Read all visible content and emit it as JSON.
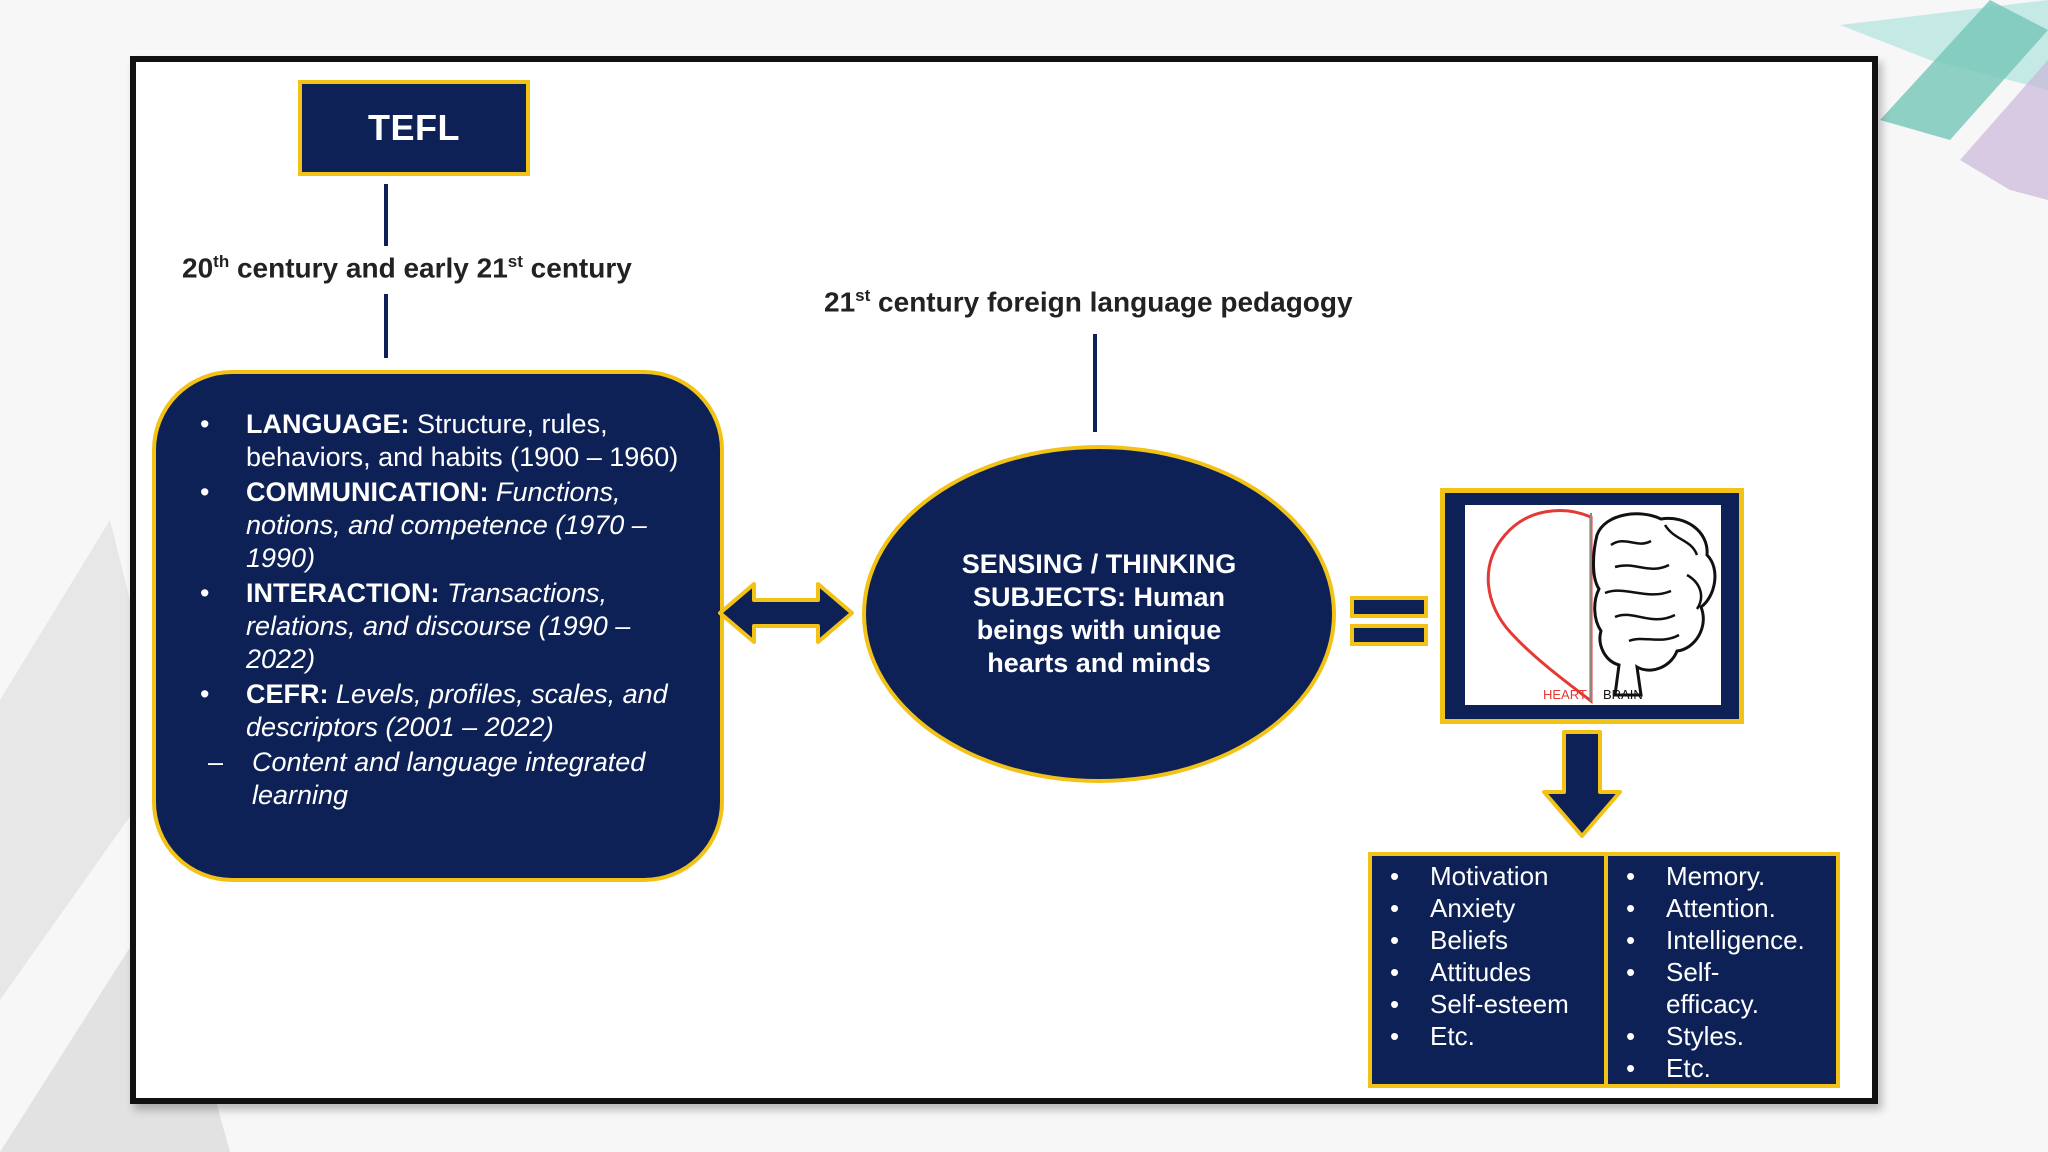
{
  "tefl_label": "TEFL",
  "left_period": {
    "main1": "20",
    "sup1": "th",
    "main2": " century and early 21",
    "sup2": "st",
    "main3": " century"
  },
  "right_period": {
    "main1": "21",
    "sup1": "st",
    "main2": " century foreign language pedagogy"
  },
  "left_items": [
    {
      "head": "LANGUAGE:",
      "desc": " Structure, rules, behaviors, and habits (1900 – 1960)"
    },
    {
      "head": "COMMUNICATION:",
      "desc": " Functions, notions, and competence (1970 – 1990)"
    },
    {
      "head": "INTERACTION:",
      "desc": " Transactions, relations, and discourse (1990 – 2022)"
    },
    {
      "head": "CEFR:",
      "desc": " Levels, profiles, scales, and descriptors (2001 – 2022)"
    }
  ],
  "left_subitem": "Content and language integrated learning",
  "center_text": "SENSING / THINKING SUBJECTS: Human beings with unique hearts and minds",
  "image_labels": {
    "heart": "HEART",
    "brain": "BRAIN"
  },
  "heart_list": [
    "Motivation",
    "Anxiety",
    "Beliefs",
    "Attitudes",
    "Self-esteem",
    "Etc."
  ],
  "brain_list": [
    "Memory.",
    "Attention.",
    "Intelligence.",
    "Self-efficacy.",
    "Styles.",
    "Etc."
  ],
  "colors": {
    "navy": "#0d2157",
    "gold": "#f2c316",
    "heart_red": "#e53935"
  }
}
